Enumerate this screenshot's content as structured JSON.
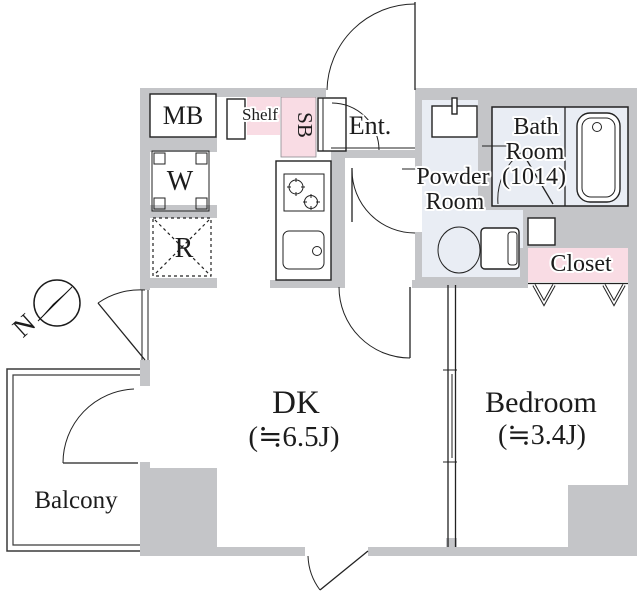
{
  "floorplan": {
    "compass": {
      "north_label": "N"
    },
    "rooms": {
      "entrance": {
        "label": "Ent."
      },
      "dining_kitchen": {
        "label": "DK",
        "size": "(≒6.5J)"
      },
      "bedroom": {
        "label": "Bedroom",
        "size": "(≒3.4J)"
      },
      "balcony": {
        "label": "Balcony"
      },
      "powder_room": {
        "label_line1": "Powder",
        "label_line2": "Room"
      },
      "bath_room": {
        "label_line1": "Bath",
        "label_line2": "Room",
        "label_line3": "(1014)"
      },
      "closet": {
        "label": "Closet"
      }
    },
    "fixtures": {
      "meter_box": {
        "label": "MB"
      },
      "shelf": {
        "label": "Shelf"
      },
      "shoes_box": {
        "label": "SB"
      },
      "washing_machine": {
        "label": "W"
      },
      "refrigerator": {
        "label": "R"
      }
    },
    "colors": {
      "wall": "#c4c5c8",
      "accent_pink": "#f9dce4",
      "accent_blue": "#e9edf4",
      "line": "#222222",
      "paper": "#ffffff"
    }
  }
}
